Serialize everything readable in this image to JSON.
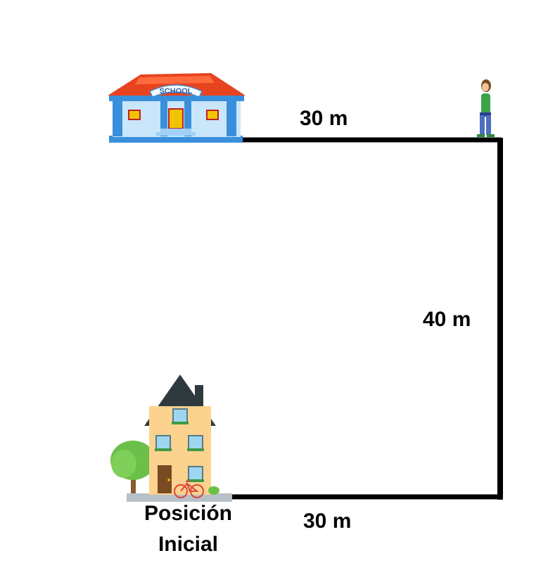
{
  "school": {
    "sign": "SCHOOL"
  },
  "labels": {
    "top_distance": "30 m",
    "right_distance": "40 m",
    "bottom_distance": "30 m"
  },
  "start": {
    "line1": "Posición",
    "line2": "Inicial"
  },
  "colors": {
    "path": "#000000",
    "school_roof": "#e8431f",
    "school_wall": "#c9e6fb",
    "school_trim": "#3a8fdc",
    "house_wall": "#fbd28e",
    "house_roof": "#2f3a3f",
    "tree": "#6cc04a"
  }
}
